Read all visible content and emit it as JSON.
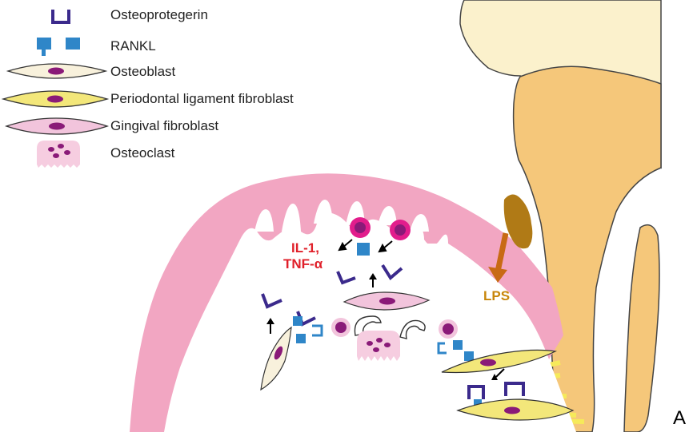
{
  "legend": {
    "osteoprotegerin": "Osteoprotegerin",
    "rankl": "RANKL",
    "osteoblast": "Osteoblast",
    "pdl_fibroblast": "Periodontal ligament fibroblast",
    "gingival_fibroblast": "Gingival fibroblast",
    "osteoclast": "Osteoclast"
  },
  "labels": {
    "il1": "IL-1,",
    "tnf": "TNF-α",
    "lps": "LPS"
  },
  "panel_letter": "A",
  "colors": {
    "opg": "#3b2a8c",
    "rankl": "#2f86c8",
    "gingiva": "#f2a6c2",
    "nucleus": "#8a1a78",
    "osteoclast": "#f6cde0",
    "bone": "#faf5d2",
    "tooth_root": "#f5c77a",
    "enamel": "#fbf1cc",
    "ligament": "#f6ea5a",
    "calculus": "#b07a16",
    "lps_arrow": "#c86a14",
    "cytokine_text": "#e0202a"
  }
}
